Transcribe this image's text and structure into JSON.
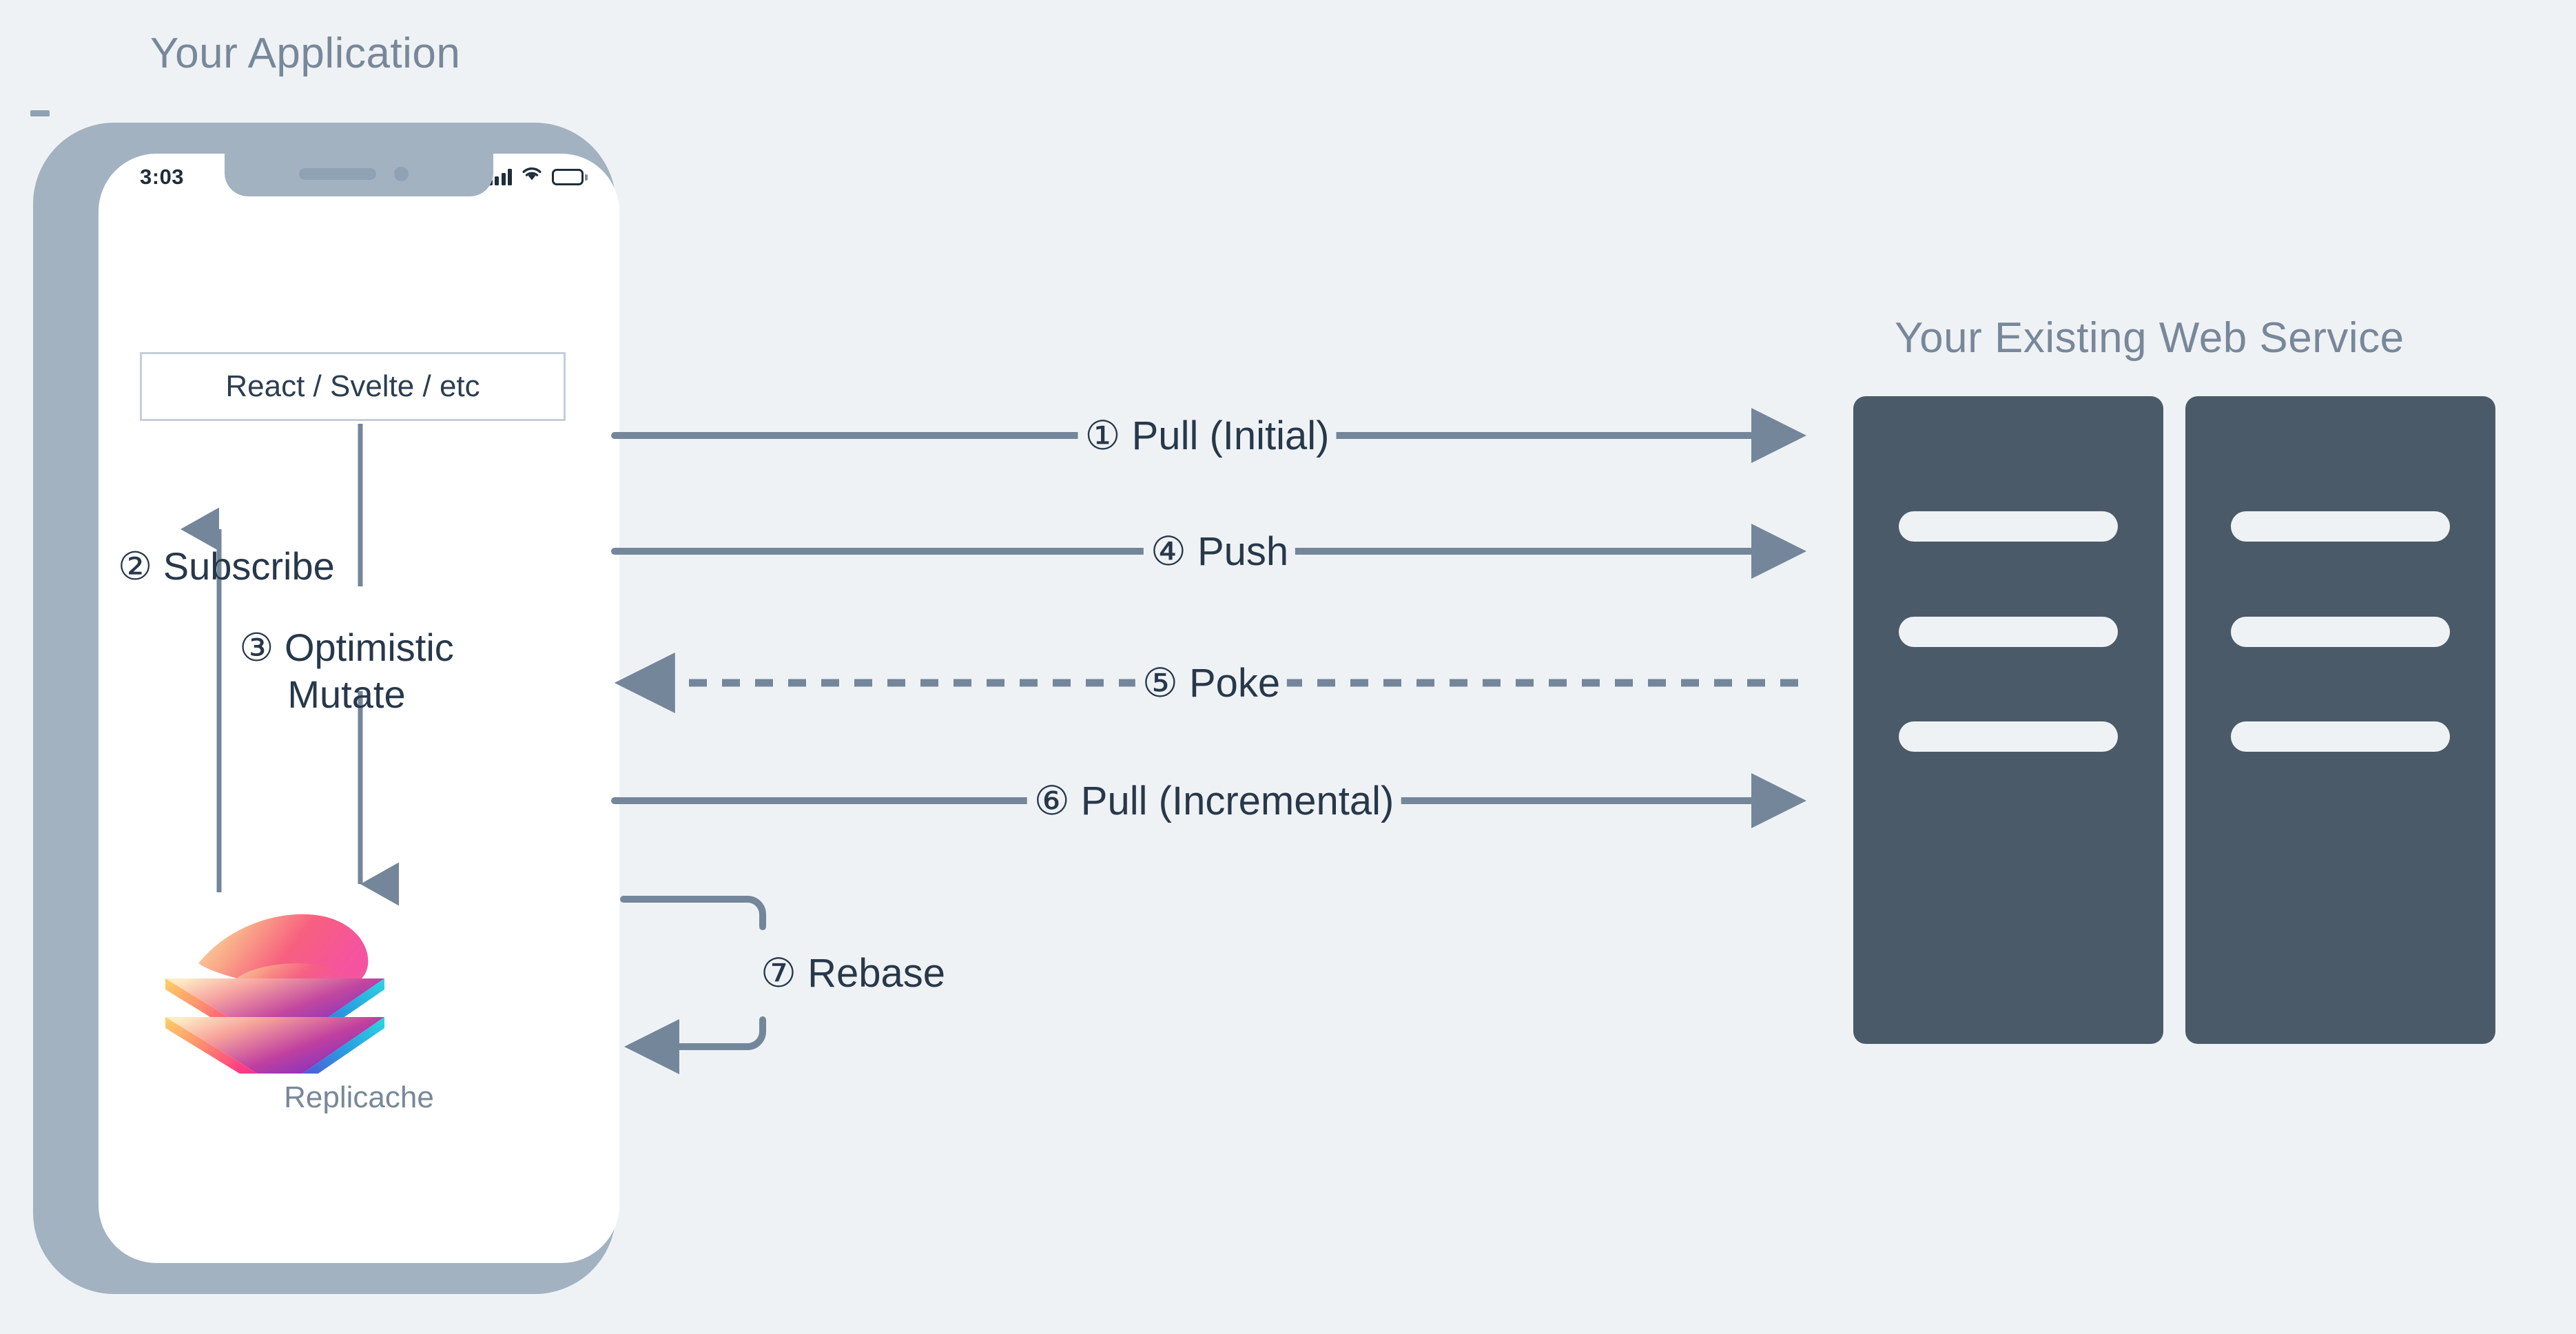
{
  "diagram": {
    "title_left": "Your Application",
    "title_right": "Your Existing Web Service",
    "background_color": "#eff2f5",
    "accent_dark": "#27384a",
    "muted_color": "#78889a",
    "arrow_color": "#74869a",
    "server_color": "#4a5a68",
    "phone_frame_color": "#a2b2c1"
  },
  "phone": {
    "status_bar": {
      "time": "3:03",
      "icons": [
        "signal-icon",
        "wifi-icon",
        "battery-icon"
      ]
    },
    "framework_box_label": "React / Svelte / etc",
    "steps": [
      {
        "num": "②",
        "label": "② Subscribe"
      },
      {
        "num": "③",
        "label": "③ Optimistic\nMutate"
      }
    ],
    "subscribe_label": "② Subscribe",
    "mutate_label": "③ Optimistic\nMutate",
    "logo_caption": "Replicache"
  },
  "arrows": [
    {
      "id": "pull-initial",
      "label": "① Pull (Initial)",
      "direction": "right",
      "style": "solid"
    },
    {
      "id": "push",
      "label": "④ Push",
      "direction": "right",
      "style": "solid"
    },
    {
      "id": "poke",
      "label": "⑤ Poke",
      "direction": "left",
      "style": "dashed"
    },
    {
      "id": "pull-incremental",
      "label": "⑥ Pull (Incremental)",
      "direction": "right",
      "style": "solid"
    },
    {
      "id": "rebase",
      "label": "⑦ Rebase",
      "direction": "loop-left",
      "style": "solid"
    }
  ],
  "labels": {
    "pull_initial": "① Pull (Initial)",
    "push": "④ Push",
    "poke": "⑤ Poke",
    "pull_incremental": "⑥ Pull (Incremental)",
    "rebase": "⑦ Rebase"
  },
  "servers": {
    "count": 2,
    "slots_per_rack": 3
  }
}
